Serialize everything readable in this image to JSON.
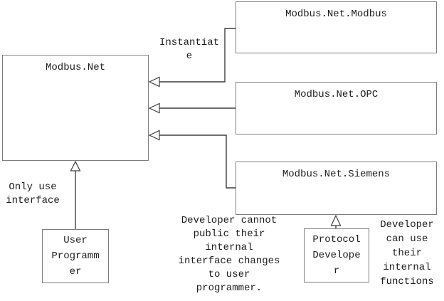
{
  "colors": {
    "bg": "#ffffff",
    "ink": "#1c1c1c",
    "box_border": "#7d7d7d",
    "line": "#3f3f3f"
  },
  "diagram": {
    "boxes": {
      "modbus_net": {
        "label": "Modbus.Net"
      },
      "modbus_net_modbus": {
        "label": "Modbus.Net.Modbus"
      },
      "modbus_net_opc": {
        "label": "Modbus.Net.OPC"
      },
      "modbus_net_siemens": {
        "label": "Modbus.Net.Siemens"
      },
      "user_programmer": {
        "label": "User\nProgramm\ner"
      },
      "protocol_developer": {
        "label": "Protocol\nDevelope\nr"
      }
    },
    "annotations": {
      "instantiate": "Instantiat\ne",
      "only_use_interface": "Only use\ninterface",
      "developer_cannot": "Developer cannot\npublic their\ninternal\ninterface changes\nto user\nprogrammer.",
      "developer_can_use": "Developer\ncan use\ntheir\ninternal\nfunctions"
    }
  }
}
